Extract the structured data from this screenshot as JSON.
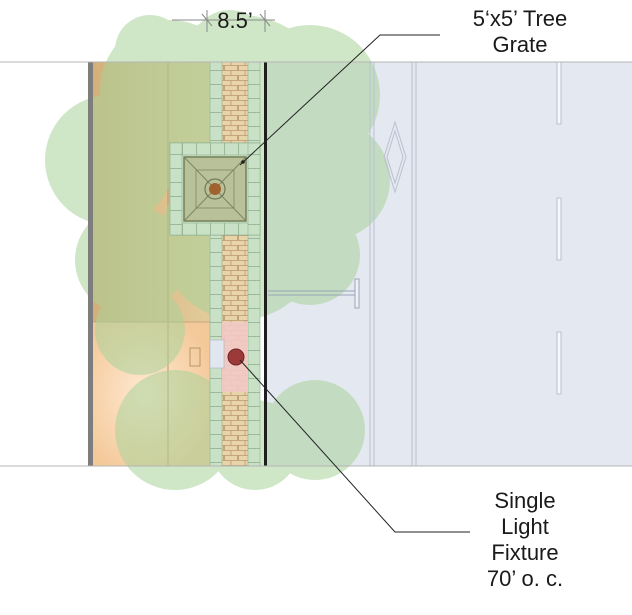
{
  "dimension": {
    "width_label": "8.5’"
  },
  "tree_grate": {
    "line1": "5‘x5’ Tree",
    "line2": "Grate"
  },
  "light_fixture": {
    "line1": "Single",
    "line2": "Light",
    "line3": "Fixture",
    "line4": "70’ o. c."
  },
  "colors": {
    "road": "#e6e9f2",
    "tree_canopy": "#bfdcb0",
    "frontage_tan": "#d8b98a",
    "pavers": "#e7cfa6",
    "tile_border": "#c5dcc0",
    "grate": "#b9c19a",
    "light": "#9c3a3a"
  }
}
